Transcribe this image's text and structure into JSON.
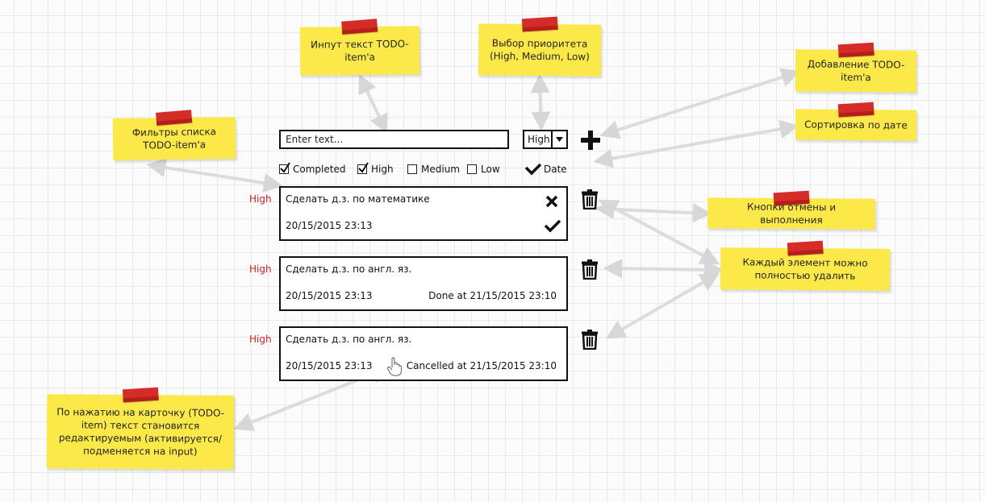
{
  "todo": {
    "input_placeholder": "Enter text...",
    "priority_selected": "High",
    "filters": [
      {
        "label": "Completed",
        "checked": true
      },
      {
        "label": "High",
        "checked": true
      },
      {
        "label": "Medium",
        "checked": false
      },
      {
        "label": "Low",
        "checked": false
      }
    ],
    "sort_label": "Date",
    "items": [
      {
        "priority": "High",
        "title": "Сделать д.з. по математике",
        "date": "20/15/2015 23:13",
        "status": ""
      },
      {
        "priority": "High",
        "title": "Сделать д.з. по англ. яз.",
        "date": "20/15/2015 23:13",
        "status": "Done at 21/15/2015 23:10"
      },
      {
        "priority": "High",
        "title": "Сделать д.з. по англ. яз.",
        "date": "20/15/2015 23:13",
        "status": "Cancelled at 21/15/2015 23:10"
      }
    ]
  },
  "notes": {
    "input_text": "Инпут текст TODO-item'а",
    "priority_select": "Выбор приоритета (High, Medium, Low)",
    "add_item": "Добавление TODO-item'а",
    "sort_date": "Сортировка по дате",
    "filters": "Фильтры списка TODO-item'а",
    "cancel_done": "Кнопки отмены и выполнения",
    "delete": "Каждый элемент можно полностью удалить",
    "edit": "По нажатию на карточку (TODO-item) текст становится редактируемым (активируется/подменяется на input)"
  },
  "colors": {
    "note": "#fbe94a",
    "tape": "#d62c27",
    "priority": "#cc2222",
    "arrow": "#d9d9d9"
  }
}
